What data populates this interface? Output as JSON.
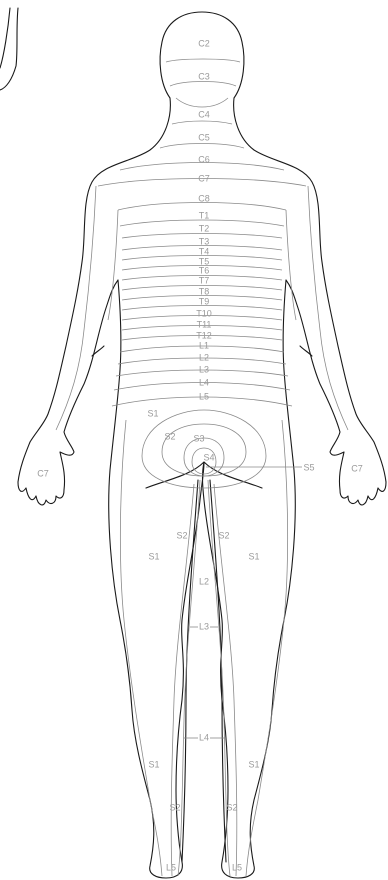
{
  "labels": {
    "c2": "C2",
    "c3": "C3",
    "c4": "C4",
    "c5": "C5",
    "c6": "C6",
    "c7": "C7",
    "c8": "C8",
    "t1": "T1",
    "t2": "T2",
    "t3": "T3",
    "t4": "T4",
    "t5": "T5",
    "t6": "T6",
    "t7": "T7",
    "t8": "T8",
    "t9": "T9",
    "t10": "T10",
    "t11": "T11",
    "t12": "T12",
    "l1": "L1",
    "l2": "L2",
    "l3": "L3",
    "l4": "L4",
    "l5": "L5",
    "s1": "S1",
    "s2": "S2",
    "s3": "S3",
    "s4": "S4",
    "s5": "S5"
  },
  "colors": {
    "outline": "#1a1a1a",
    "dermatome_line": "#8a8a8a",
    "label": "#9a9a9a",
    "background": "#ffffff"
  }
}
